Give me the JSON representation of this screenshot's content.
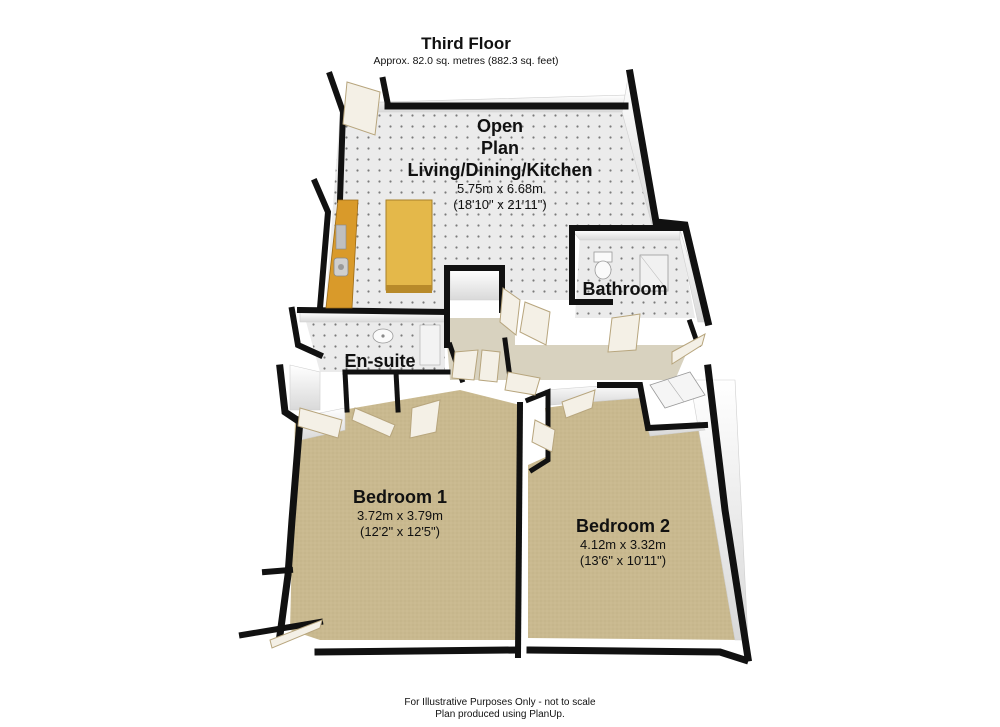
{
  "floor": {
    "title": "Third Floor",
    "area": "Approx. 82.0 sq. metres (882.3 sq. feet)"
  },
  "rooms": {
    "living": {
      "name_lines": [
        "Open",
        "Plan",
        "Living/Dining/Kitchen"
      ],
      "dim_metric": "5.75m x 6.68m",
      "dim_imperial": "(18'10\" x 21'11\")"
    },
    "bathroom": {
      "name": "Bathroom"
    },
    "ensuite": {
      "name": "En-suite"
    },
    "bedroom1": {
      "name": "Bedroom 1",
      "dim_metric": "3.72m x 3.79m",
      "dim_imperial": "(12'2\" x 12'5\")"
    },
    "bedroom2": {
      "name": "Bedroom 2",
      "dim_metric": "4.12m x 3.32m",
      "dim_imperial": "(13'6\" x 10'11\")"
    }
  },
  "footer": {
    "line1": "For Illustrative Purposes Only - not to scale",
    "line2": "Plan produced using PlanUp."
  },
  "colors": {
    "wall_top": "#111111",
    "wall_face": "#f2f2f2",
    "tile_floor": "#e9e9e9",
    "carpet": "#c8b88f",
    "worktop": "#d99a2a",
    "door": "#d9c7a0"
  },
  "icons": [
    "door-icon",
    "kitchen-island-icon",
    "sink-icon",
    "toilet-icon",
    "shower-icon",
    "wardrobe-icon"
  ]
}
